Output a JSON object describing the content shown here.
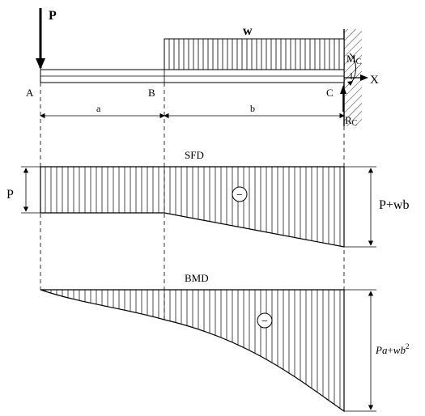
{
  "beam": {
    "load_p": "P",
    "load_w": "w",
    "point_a": "A",
    "point_b": "B",
    "point_c": "C",
    "moment_label_main": "M",
    "moment_label_sub": "C",
    "reaction_label_main": "R",
    "reaction_label_sub": "C",
    "axis_x": "X",
    "span_a": "a",
    "span_b": "b"
  },
  "sfd": {
    "title": "SFD",
    "left_value": "P",
    "right_value": "P+wb",
    "sign": "−"
  },
  "bmd": {
    "title": "BMD",
    "right_value_1": "Pa",
    "right_value_op": "+",
    "right_value_2": "wb",
    "right_value_exp": "2",
    "sign": "−"
  }
}
